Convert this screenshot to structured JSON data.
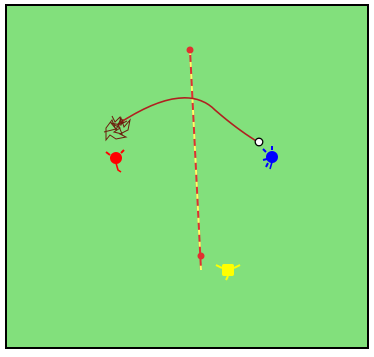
{
  "scene": {
    "field_color": "#82e07c",
    "border_color": "#000000",
    "background_color": "#ffffff",
    "flight_path_color": "#b02020",
    "center_line_color": "#e03030",
    "center_line_dash_color": "#ffff66"
  },
  "players": [
    {
      "name": "red",
      "color": "#ff0000"
    },
    {
      "name": "blue",
      "color": "#0000ff"
    },
    {
      "name": "yellow",
      "color": "#ffff00"
    }
  ],
  "icons": [
    "shuttlecock-icon",
    "scribble-marker-icon",
    "player-token-icon"
  ]
}
